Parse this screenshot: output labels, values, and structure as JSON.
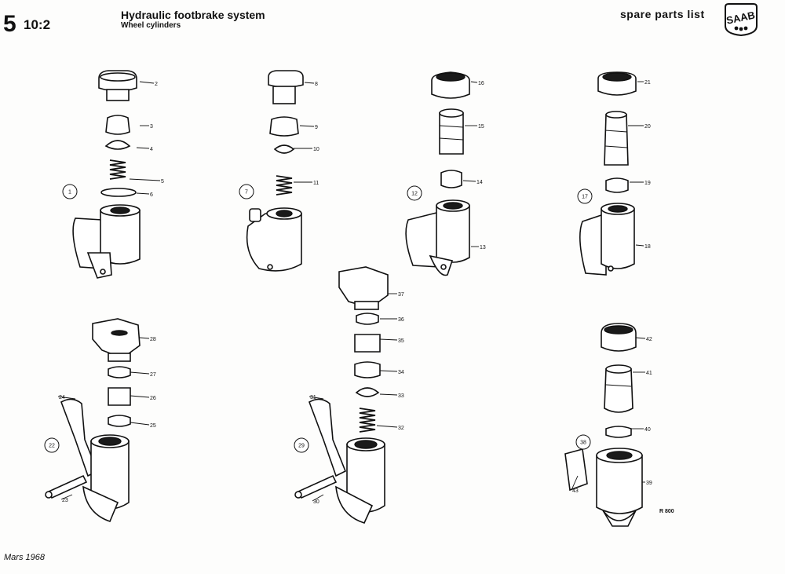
{
  "header": {
    "section_number": "5",
    "section_sub": "10:2",
    "title": "Hydraulic footbrake system",
    "subtitle": "Wheel cylinders",
    "list_label": "spare parts list",
    "logo_text": "SAAB"
  },
  "footer": {
    "date": "Mars  1968",
    "drawing_ref": "R 800"
  },
  "assembly_labels": [
    "1",
    "7",
    "12",
    "17",
    "22",
    "29",
    "38"
  ],
  "part_numbers": [
    "2",
    "3",
    "4",
    "5",
    "6",
    "8",
    "9",
    "10",
    "11",
    "13",
    "14",
    "15",
    "16",
    "18",
    "19",
    "20",
    "21",
    "23",
    "24",
    "25",
    "26",
    "27",
    "28",
    "30",
    "31",
    "32",
    "33",
    "34",
    "35",
    "36",
    "37",
    "39",
    "40",
    "41",
    "42",
    "43"
  ]
}
